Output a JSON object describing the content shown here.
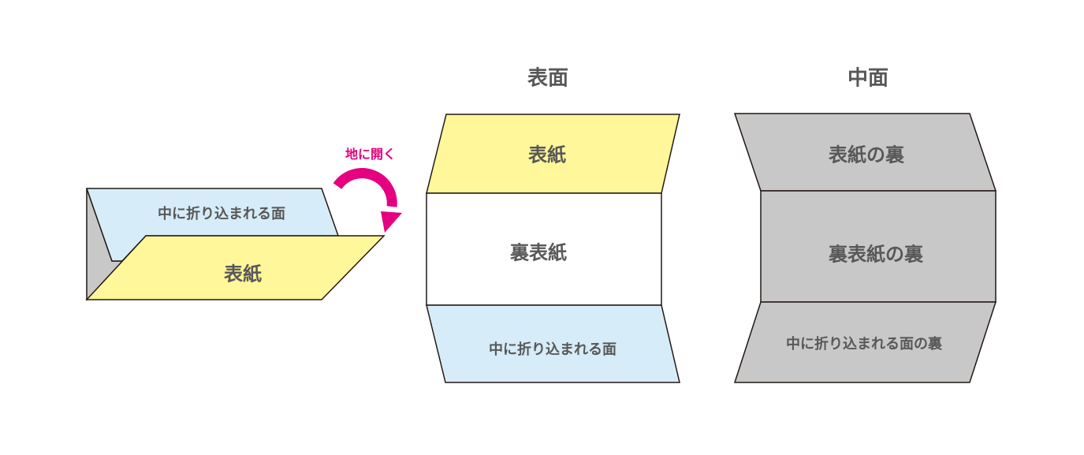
{
  "colors": {
    "cover": "#fff799",
    "inner_fold": "#d6ecf8",
    "reverse": "#c8c8c8",
    "text": "#595757",
    "accent": "#e4007f",
    "outline": "#231815"
  },
  "folded": {
    "arrow_label": "地に開く",
    "inner_fold_label": "中に折り込まれる面",
    "cover_label": "表紙"
  },
  "front_side": {
    "title": "表面",
    "panels": [
      "表紙",
      "裏表紙",
      "中に折り込まれる面"
    ]
  },
  "inner_side": {
    "title": "中面",
    "panels": [
      "表紙の裏",
      "裏表紙の裏",
      "中に折り込まれる面の裏"
    ]
  }
}
